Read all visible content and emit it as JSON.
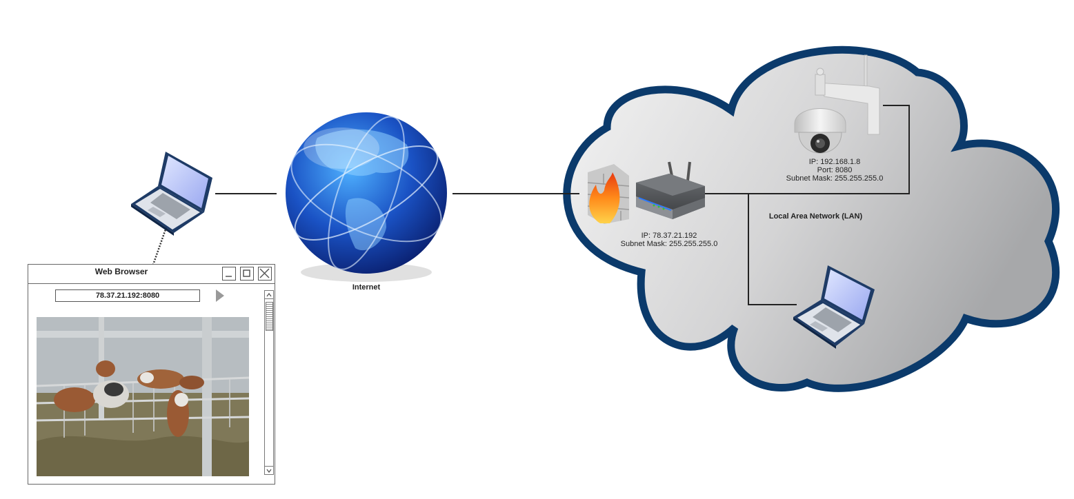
{
  "internet": {
    "label": "Internet"
  },
  "router": {
    "ip": "IP: 78.37.21.192",
    "subnet": "Subnet Mask: 255.255.255.0"
  },
  "camera": {
    "ip": "IP: 192.168.1.8",
    "port": "Port: 8080",
    "subnet": "Subnet Mask: 255.255.255.0"
  },
  "lan": {
    "label": "Local Area Network (LAN)"
  },
  "browser": {
    "title": "Web Browser",
    "url": "78.37.21.192:8080",
    "controls": [
      "minimize",
      "maximize",
      "close"
    ]
  },
  "colors": {
    "cloud_border": "#0b3a6b",
    "cloud_fill_light": "#f2f2f2",
    "cloud_fill_dark": "#a9aaac",
    "link_line": "#222222"
  },
  "icons": [
    "laptop-icon",
    "globe-icon",
    "firewall-icon",
    "router-icon",
    "ip-camera-icon",
    "cow-barn-image"
  ]
}
